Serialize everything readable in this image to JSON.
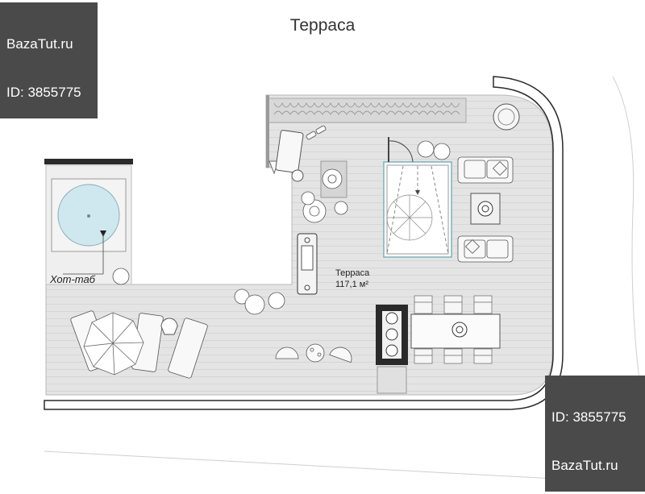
{
  "watermark_top": {
    "line1": "BazaTut.ru",
    "line2": "ID: 3855775"
  },
  "watermark_bottom": {
    "line1": "ID: 3855775",
    "line2": "BazaTut.ru"
  },
  "title": "Терраса",
  "room": {
    "name": "Терраса",
    "area": "117,1 м²"
  },
  "hot_tub_label": "Хот-таб",
  "colors": {
    "deck": "#e3e3e3",
    "wall": "#2a2a2a",
    "water": "#cfe8ef",
    "plant": "#555555"
  }
}
